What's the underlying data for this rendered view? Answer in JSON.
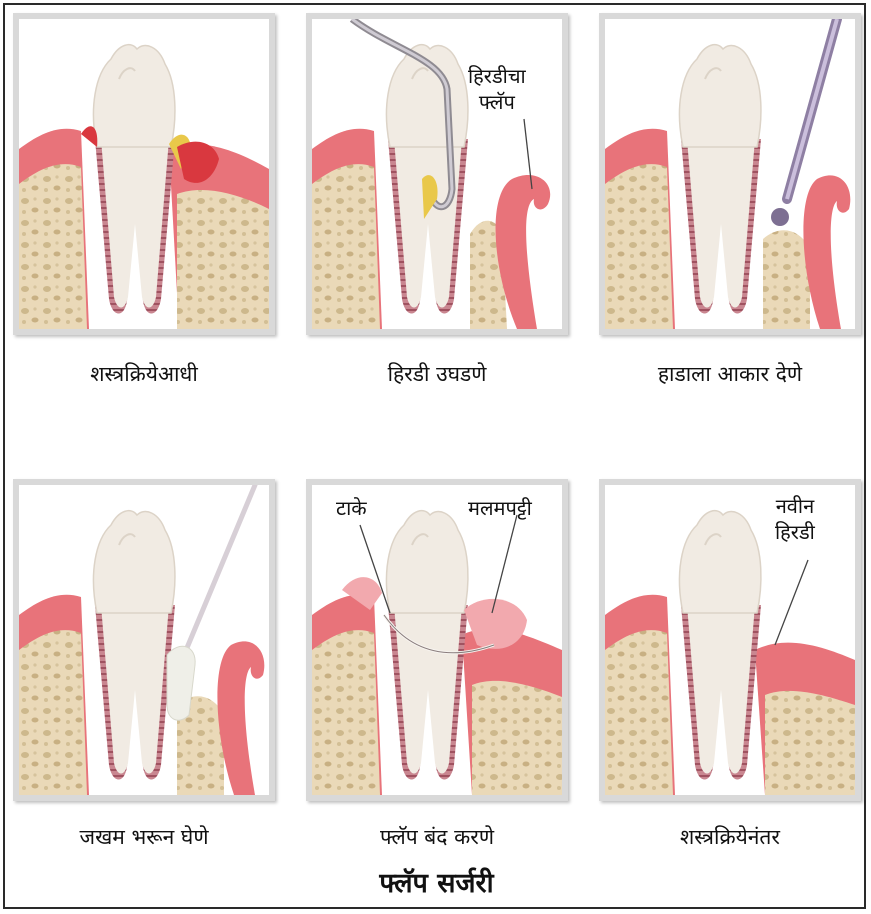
{
  "title": "फ्लॅप सर्जरी",
  "panels": [
    {
      "caption": "शस्त्रक्रियेआधी"
    },
    {
      "caption": "हिरडी उघडणे",
      "labels": [
        "हिरडीचा",
        "फ्लॅप"
      ]
    },
    {
      "caption": "हाडाला आकार देणे"
    },
    {
      "caption": "जखम भरून घेणे"
    },
    {
      "caption": "फ्लॅप बंद करणे",
      "labels": [
        "टाके",
        "मलमपट्टी"
      ]
    },
    {
      "caption": "शस्त्रक्रियेनंतर",
      "labels": [
        "नवीन",
        "हिरडी"
      ]
    }
  ],
  "colors": {
    "gum": "#e8737a",
    "gum_light": "#f2a9ae",
    "bone": "#ead9b8",
    "tooth": "#f1ebe3",
    "ligament": "#b55a6a",
    "tartar": "#e9c84a",
    "inflamed": "#d9383f",
    "instrument": "#b9b3c4"
  }
}
